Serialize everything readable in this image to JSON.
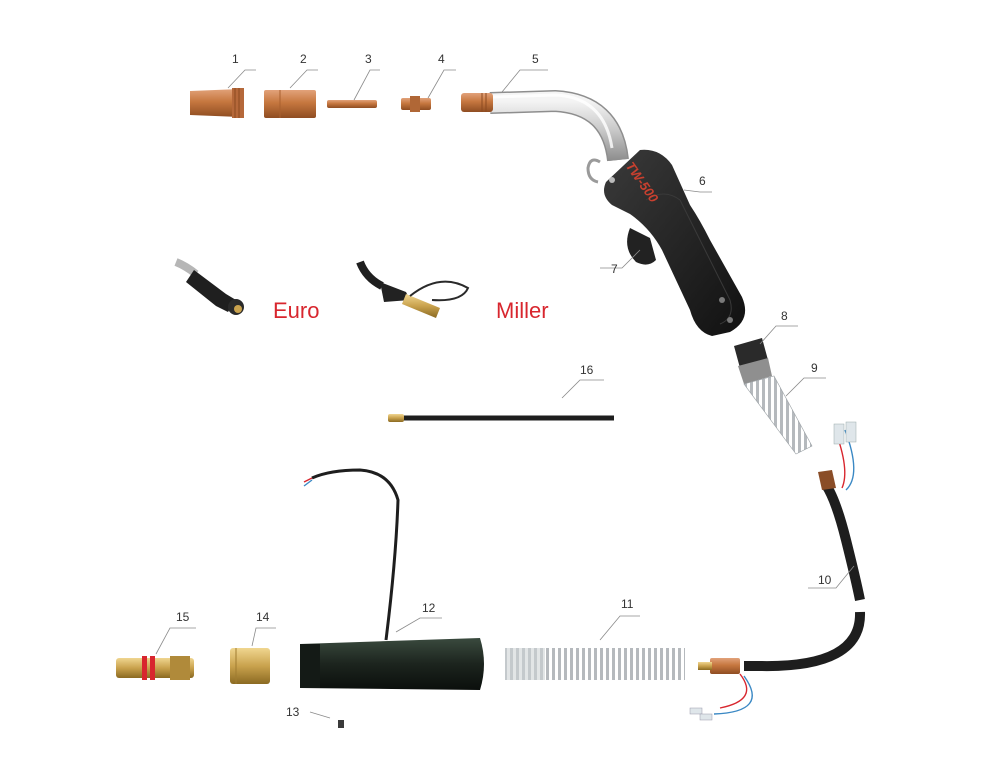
{
  "parts": [
    {
      "id": "part-1",
      "number": "1"
    },
    {
      "id": "part-2",
      "number": "2"
    },
    {
      "id": "part-3",
      "number": "3"
    },
    {
      "id": "part-4",
      "number": "4"
    },
    {
      "id": "part-5",
      "number": "5"
    },
    {
      "id": "part-6",
      "number": "6"
    },
    {
      "id": "part-7",
      "number": "7"
    },
    {
      "id": "part-8",
      "number": "8"
    },
    {
      "id": "part-9",
      "number": "9"
    },
    {
      "id": "part-10",
      "number": "10"
    },
    {
      "id": "part-11",
      "number": "11"
    },
    {
      "id": "part-12",
      "number": "12"
    },
    {
      "id": "part-13",
      "number": "13"
    },
    {
      "id": "part-14",
      "number": "14"
    },
    {
      "id": "part-15",
      "number": "15"
    },
    {
      "id": "part-16",
      "number": "16"
    }
  ],
  "connectors": {
    "euro_label": "Euro",
    "miller_label": "Miller"
  },
  "handle_text": "TW-500",
  "colors": {
    "copper": "#c6773f",
    "label_red": "#d8262e",
    "handle": "#1e1e1e",
    "chrome": "#d9d9d9",
    "brass": "#c9a24d"
  }
}
